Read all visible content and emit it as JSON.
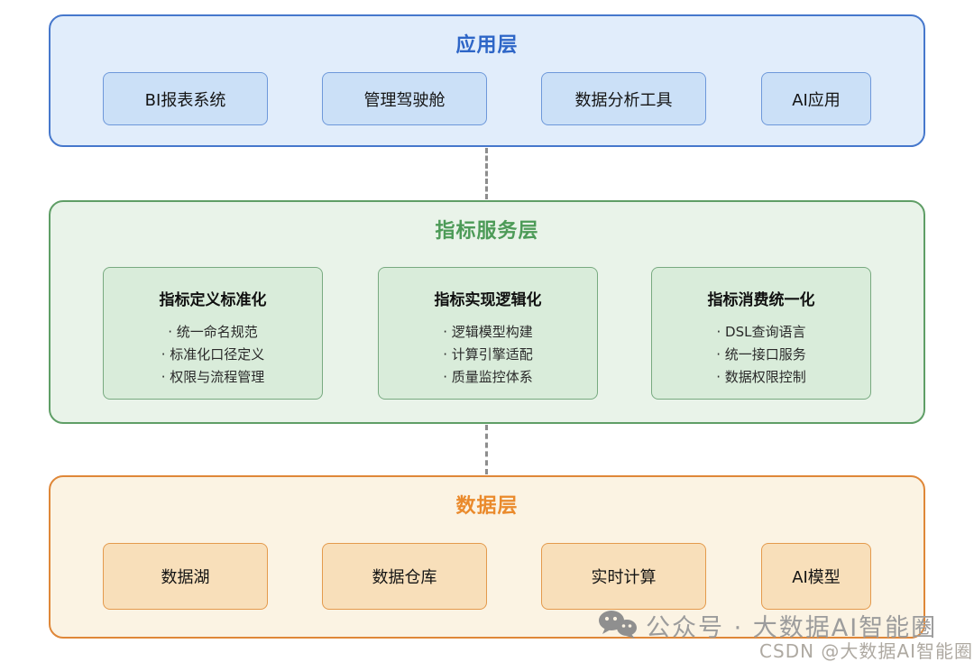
{
  "diagram": {
    "layers": [
      {
        "id": "application-layer",
        "title": "应用层",
        "title_color": "#2e66c7",
        "container_bg": "#e1edfb",
        "container_border": "#4678cc",
        "node_bg": "#cbe0f7",
        "node_border": "#6d98da",
        "nodes": [
          "BI报表系统",
          "管理驾驶舱",
          "数据分析工具",
          "AI应用"
        ]
      },
      {
        "id": "metric-service-layer",
        "title": "指标服务层",
        "title_color": "#4d9b58",
        "container_bg": "#e9f3e9",
        "container_border": "#5f9e66",
        "card_bg": "#d9ecda",
        "card_border": "#78aa80",
        "cards": [
          {
            "heading": "指标定义标准化",
            "bullets": [
              "统一命名规范",
              "标准化口径定义",
              "权限与流程管理"
            ]
          },
          {
            "heading": "指标实现逻辑化",
            "bullets": [
              "逻辑模型构建",
              "计算引擎适配",
              "质量监控体系"
            ]
          },
          {
            "heading": "指标消费统一化",
            "bullets": [
              "DSL查询语言",
              "统一接口服务",
              "数据权限控制"
            ]
          }
        ]
      },
      {
        "id": "data-layer",
        "title": "数据层",
        "title_color": "#ea8a2c",
        "container_bg": "#fbf3e3",
        "container_border": "#df8738",
        "node_bg": "#f8dfba",
        "node_border": "#e49a4c",
        "nodes": [
          "数据湖",
          "数据仓库",
          "实时计算",
          "AI模型"
        ]
      }
    ],
    "connector_color": "#8d8d8d"
  },
  "watermark": {
    "icon": "wechat-icon",
    "text": "公众号 · 大数据AI智能圈",
    "csdn_text": "CSDN @大数据AI智能圈"
  }
}
